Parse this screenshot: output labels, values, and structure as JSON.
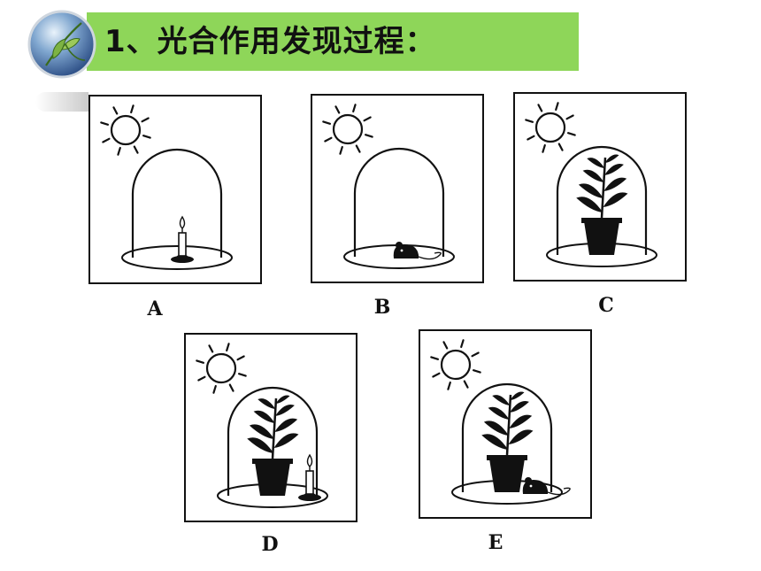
{
  "slide": {
    "title": "1、光合作用发现过程："
  },
  "icons": {
    "logo": "globe-with-leaf-icon",
    "sun": "sun-icon",
    "candle": "candle-icon",
    "mouse": "mouse-icon",
    "plant": "potted-plant-icon",
    "bell_jar": "bell-jar-icon"
  },
  "colors": {
    "title_bar": "#8ed659",
    "ink": "#111111"
  },
  "experiments": [
    {
      "label": "A",
      "contents": [
        "candle"
      ]
    },
    {
      "label": "B",
      "contents": [
        "mouse"
      ]
    },
    {
      "label": "C",
      "contents": [
        "plant"
      ]
    },
    {
      "label": "D",
      "contents": [
        "plant",
        "candle"
      ]
    },
    {
      "label": "E",
      "contents": [
        "plant",
        "mouse"
      ]
    }
  ]
}
